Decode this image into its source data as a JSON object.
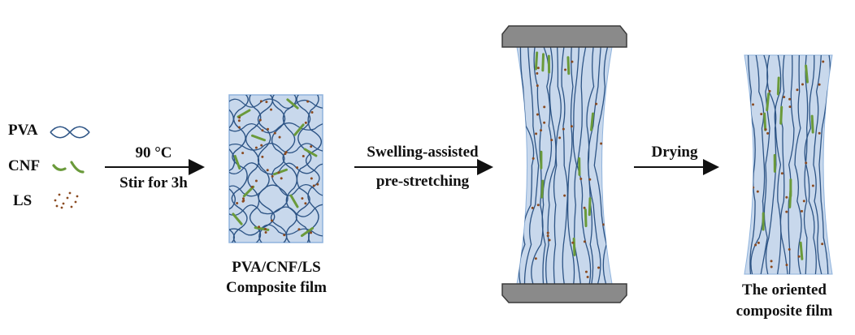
{
  "legend": {
    "items": [
      {
        "label": "PVA",
        "icon": "pva-chain-icon"
      },
      {
        "label": "CNF",
        "icon": "cnf-fiber-icon"
      },
      {
        "label": "LS",
        "icon": "ls-particles-icon"
      }
    ]
  },
  "steps": {
    "mixing": {
      "line1": "90 °C",
      "line2": "Stir for 3h"
    },
    "stretching": {
      "line1": "Swelling-assisted",
      "line2": "pre-stretching"
    },
    "drying": {
      "line1": "Drying"
    }
  },
  "stages": {
    "composite": {
      "line1": "PVA/CNF/LS",
      "line2": "Composite film"
    },
    "oriented": {
      "line1": "The oriented",
      "line2": "composite film"
    }
  },
  "colors": {
    "pva": "#2d5485",
    "cnf": "#6a9a3a",
    "ls": "#8a4a20",
    "film_fill": "#c8d8ec",
    "film_border": "#8fb3dd",
    "clamp": "#8a8a8a",
    "clamp_border": "#3a3a3a"
  }
}
